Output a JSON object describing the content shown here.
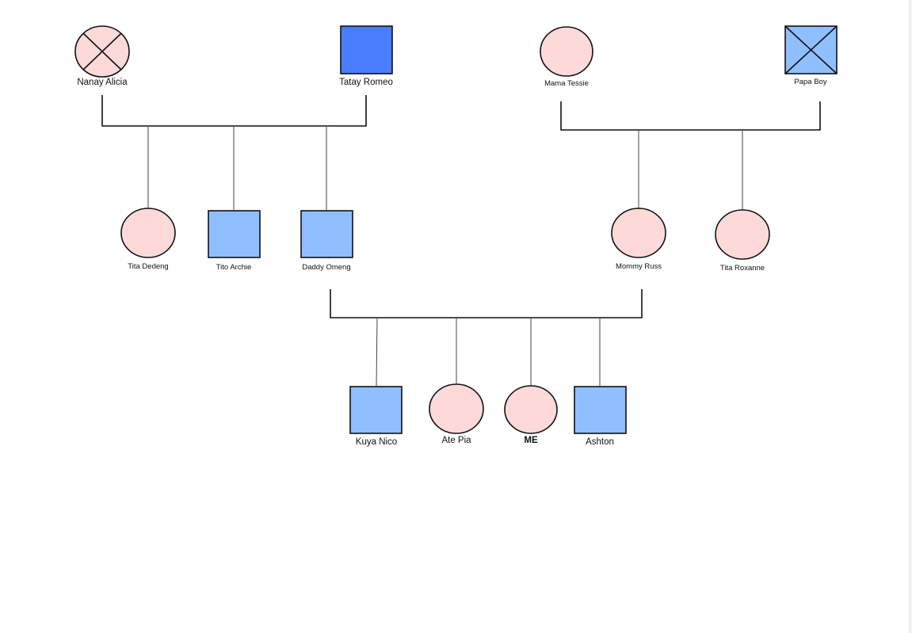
{
  "colors": {
    "female_fill": "#fdd9d9",
    "male_fill": "#8fbfff",
    "male_fill_dark": "#4a7dff",
    "stroke": "#111111"
  },
  "people": {
    "nanay_alicia": {
      "name": "Nanay Alicia",
      "sex": "female",
      "deceased": true
    },
    "tatay_romeo": {
      "name": "Tatay Romeo",
      "sex": "male",
      "deceased": false
    },
    "mama_tessie": {
      "name": "Mama Tessie",
      "sex": "female",
      "deceased": false
    },
    "papa_boy": {
      "name": "Papa Boy",
      "sex": "male",
      "deceased": true
    },
    "tita_dedeng": {
      "name": "Tita Dedeng",
      "sex": "female"
    },
    "tito_archie": {
      "name": "Tito Archie",
      "sex": "male"
    },
    "daddy_omeng": {
      "name": "Daddy Omeng",
      "sex": "male"
    },
    "mommy_russ": {
      "name": "Mommy Russ",
      "sex": "female"
    },
    "tita_roxanne": {
      "name": "Tita Roxanne",
      "sex": "female"
    },
    "kuya_nico": {
      "name": "Kuya Nico",
      "sex": "male"
    },
    "ate_pia": {
      "name": "Ate Pia",
      "sex": "female"
    },
    "me": {
      "name": "ME",
      "sex": "female"
    },
    "ashton": {
      "name": "Ashton",
      "sex": "male"
    }
  }
}
